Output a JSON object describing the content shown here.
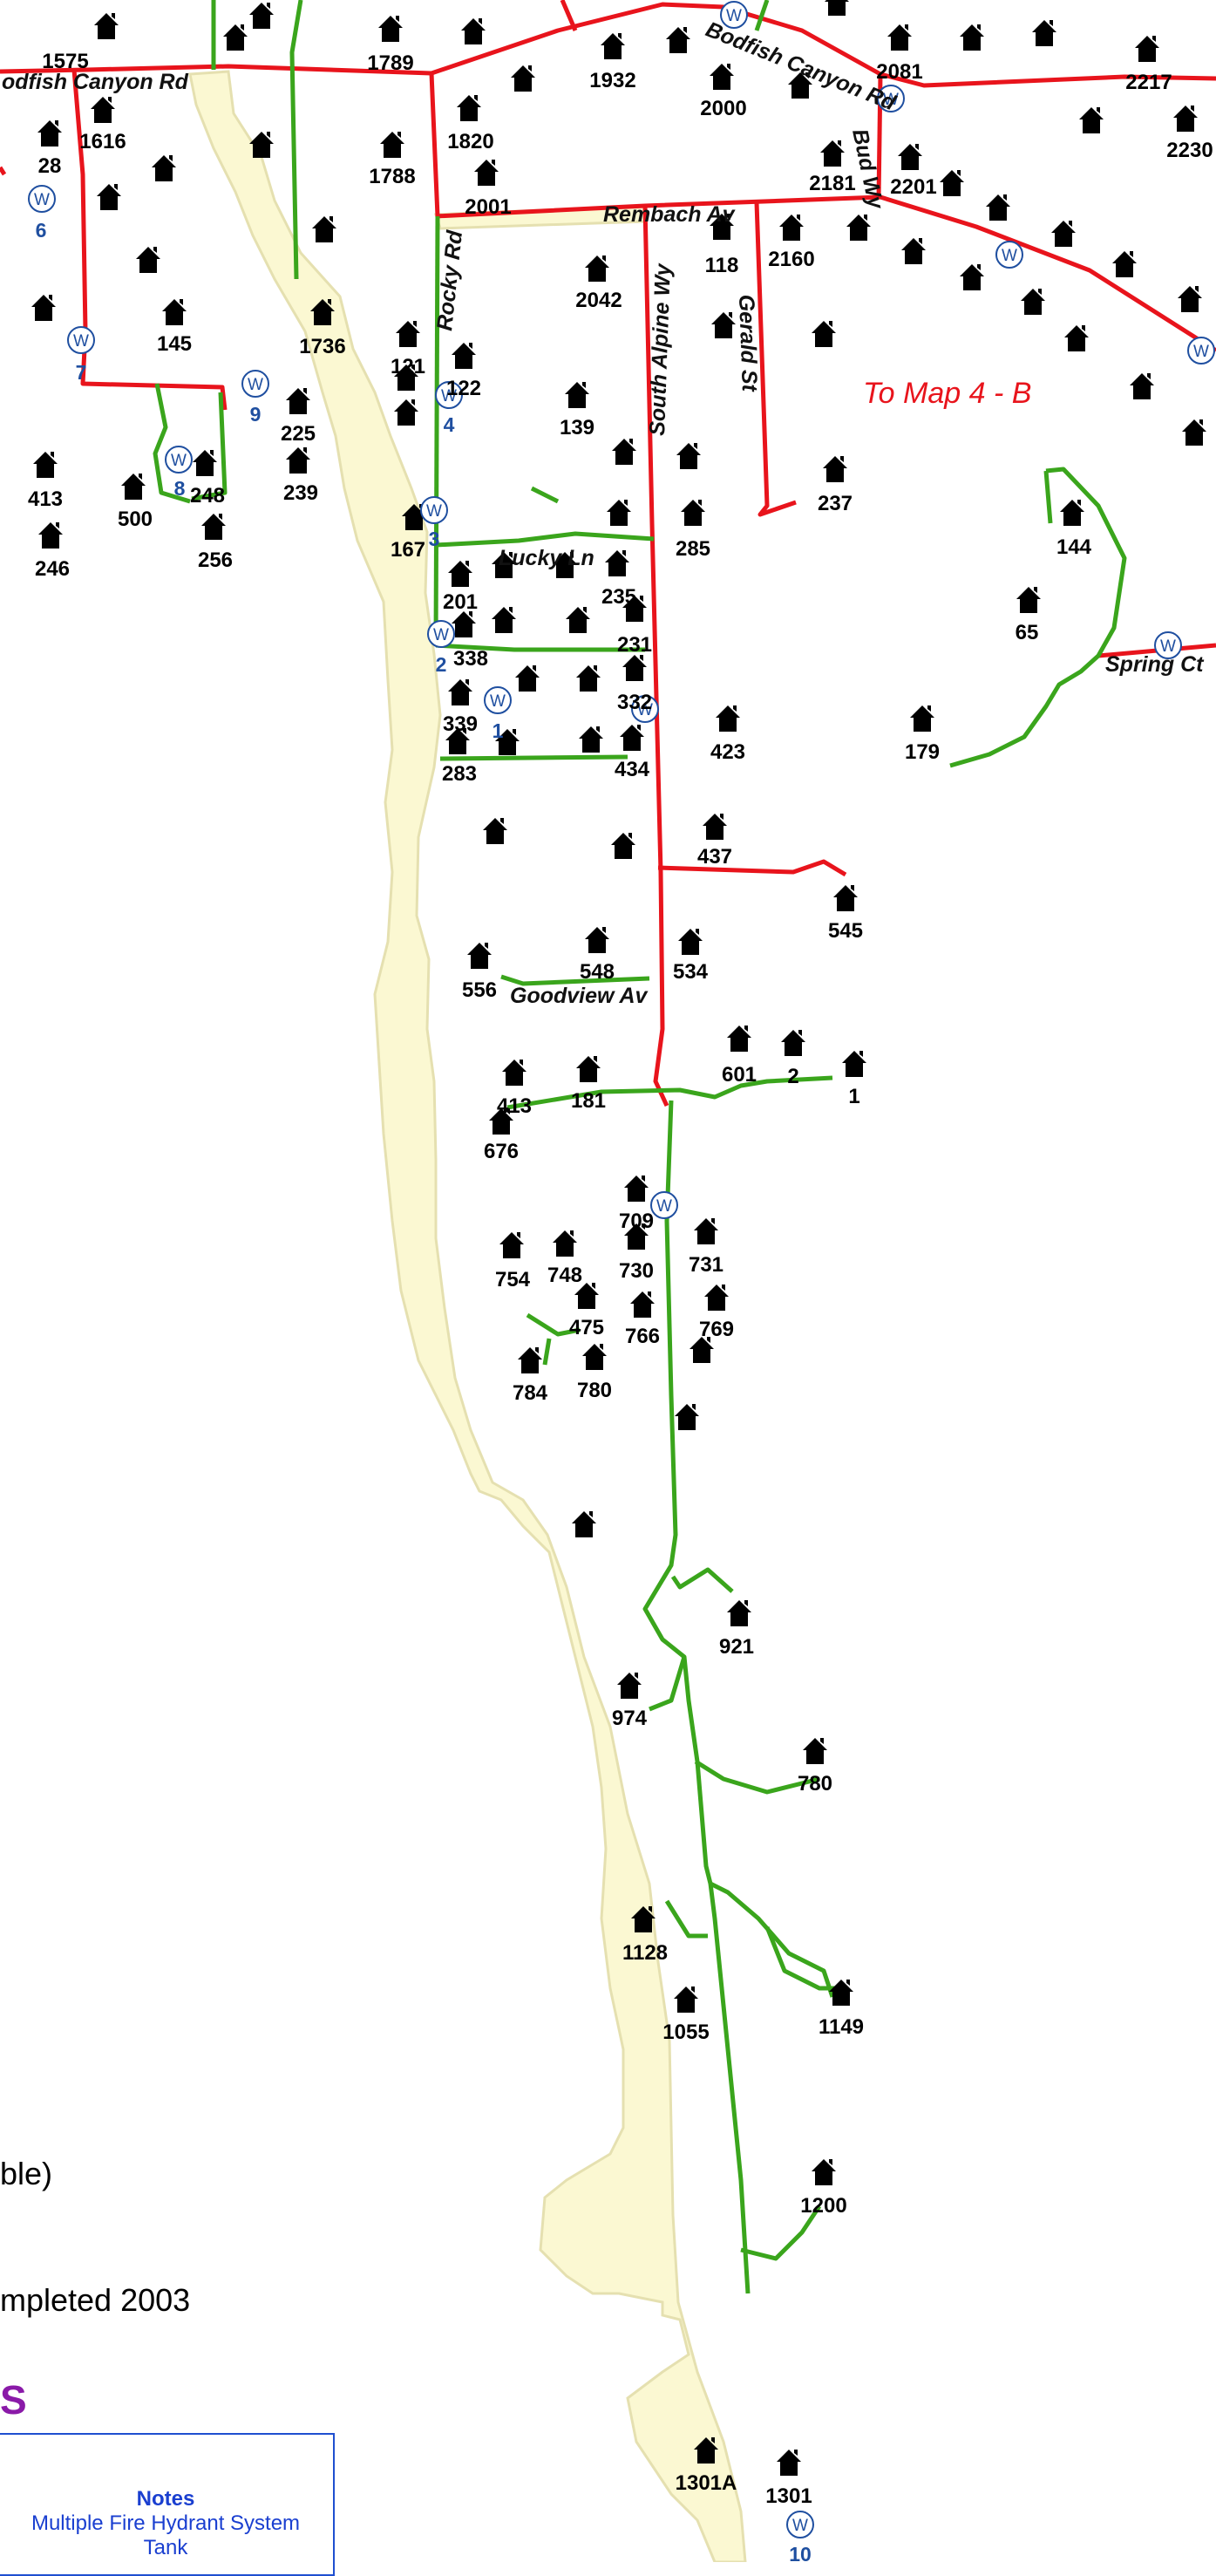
{
  "colors": {
    "road": "#e8141c",
    "pipe": "#3aa51c",
    "creek_fill": "#fbf8d2",
    "creek_edge": "#e5e0b0",
    "hydrant": "#1f4fa0",
    "house": "#000000",
    "legend_title": "#8a1aa8",
    "notes": "#1a3fd0",
    "map_label": "#e8141c"
  },
  "icons": {
    "house": "house-icon",
    "hydrant": "hydrant-w-icon"
  },
  "map_label": "To Map 4 - B",
  "streets": [
    {
      "id": "bodfish-w",
      "text": "odfish Canyon Rd"
    },
    {
      "id": "bodfish-e",
      "text": "Bodfish Canyon Rd"
    },
    {
      "id": "rembach",
      "text": "Rembach Av"
    },
    {
      "id": "bud",
      "text": "Bud Wy"
    },
    {
      "id": "rocky",
      "text": "Rocky Rd"
    },
    {
      "id": "alpine",
      "text": "South Alpine Wy"
    },
    {
      "id": "gerald",
      "text": "Gerald St"
    },
    {
      "id": "lucky",
      "text": "Lucky Ln"
    },
    {
      "id": "spring",
      "text": "Spring Ct"
    },
    {
      "id": "goodview",
      "text": "Goodview Av"
    }
  ],
  "addresses": [
    "1575",
    "1616",
    "28",
    "145",
    "413",
    "246",
    "500",
    "248",
    "256",
    "225",
    "239",
    "1789",
    "1788",
    "1820",
    "1932",
    "2000",
    "2081",
    "2217",
    "2230",
    "2181",
    "2201",
    "2001",
    "118",
    "2160",
    "2042",
    "1736",
    "121",
    "122",
    "139",
    "167",
    "285",
    "237",
    "144",
    "65",
    "201",
    "235",
    "338",
    "231",
    "339",
    "332",
    "423",
    "179",
    "283",
    "434",
    "437",
    "545",
    "548",
    "556",
    "534",
    "601",
    "2",
    "1",
    "413",
    "181",
    "676",
    "709",
    "731",
    "754",
    "748",
    "730",
    "475",
    "766",
    "769",
    "784",
    "780",
    "921",
    "974",
    "780",
    "1128",
    "1055",
    "1149",
    "1200",
    "1301A",
    "1301"
  ],
  "hydrants": [
    "6",
    "7",
    "9",
    "8",
    "4",
    "3",
    "2",
    "1",
    "10"
  ],
  "legend": {
    "line1": "ble)",
    "line2": "mpleted 2003",
    "title": "S"
  },
  "notes": {
    "title": "Notes",
    "line1": "Multiple Fire Hydrant System",
    "line2": "Tank"
  }
}
